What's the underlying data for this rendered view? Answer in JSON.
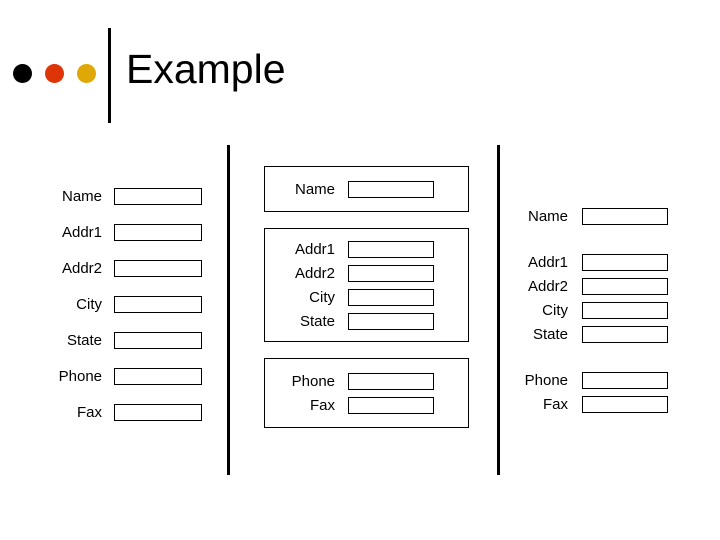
{
  "slide": {
    "title": "Example",
    "background_color": "#ffffff",
    "text_color": "#000000",
    "rule_color": "#000000"
  },
  "header": {
    "bullets": [
      {
        "name": "bullet-black",
        "color": "#000000"
      },
      {
        "name": "bullet-red",
        "color": "#DD3508"
      },
      {
        "name": "bullet-gold",
        "color": "#DFA806"
      }
    ]
  },
  "columns": [
    {
      "id": "col-1",
      "variant": "ungrouped",
      "groups": [
        {
          "bordered": false,
          "fields": [
            {
              "label": "Name",
              "value": "",
              "placeholder": ""
            },
            {
              "label": "Addr1",
              "value": "",
              "placeholder": ""
            },
            {
              "label": "Addr2",
              "value": "",
              "placeholder": ""
            },
            {
              "label": "City",
              "value": "",
              "placeholder": ""
            },
            {
              "label": "State",
              "value": "",
              "placeholder": ""
            },
            {
              "label": "Phone",
              "value": "",
              "placeholder": ""
            },
            {
              "label": "Fax",
              "value": "",
              "placeholder": ""
            }
          ]
        }
      ]
    },
    {
      "id": "col-2",
      "variant": "boxed-groups",
      "groups": [
        {
          "bordered": true,
          "fields": [
            {
              "label": "Name",
              "value": "",
              "placeholder": ""
            }
          ]
        },
        {
          "bordered": true,
          "fields": [
            {
              "label": "Addr1",
              "value": "",
              "placeholder": ""
            },
            {
              "label": "Addr2",
              "value": "",
              "placeholder": ""
            },
            {
              "label": "City",
              "value": "",
              "placeholder": ""
            },
            {
              "label": "State",
              "value": "",
              "placeholder": ""
            }
          ]
        },
        {
          "bordered": true,
          "fields": [
            {
              "label": "Phone",
              "value": "",
              "placeholder": ""
            },
            {
              "label": "Fax",
              "value": "",
              "placeholder": ""
            }
          ]
        }
      ]
    },
    {
      "id": "col-3",
      "variant": "spaced-groups",
      "groups": [
        {
          "bordered": false,
          "fields": [
            {
              "label": "Name",
              "value": "",
              "placeholder": ""
            }
          ]
        },
        {
          "bordered": false,
          "fields": [
            {
              "label": "Addr1",
              "value": "",
              "placeholder": ""
            },
            {
              "label": "Addr2",
              "value": "",
              "placeholder": ""
            },
            {
              "label": "City",
              "value": "",
              "placeholder": ""
            },
            {
              "label": "State",
              "value": "",
              "placeholder": ""
            }
          ]
        },
        {
          "bordered": false,
          "fields": [
            {
              "label": "Phone",
              "value": "",
              "placeholder": ""
            },
            {
              "label": "Fax",
              "value": "",
              "placeholder": ""
            }
          ]
        }
      ]
    }
  ]
}
